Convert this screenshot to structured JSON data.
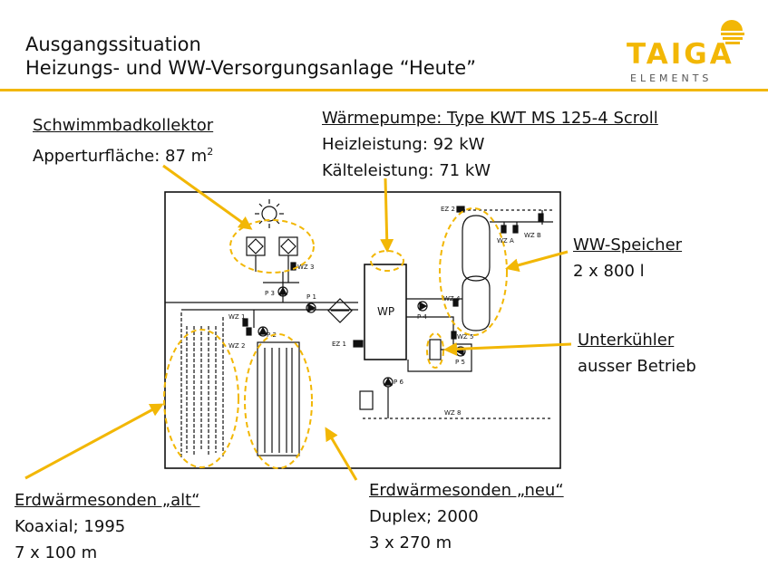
{
  "header": {
    "line1": "Ausgangssituation",
    "line2": "Heizungs- und WW-Versorgungsanlage “Heute”",
    "accent_color": "#f2b705"
  },
  "logo": {
    "name": "TAIGA",
    "sub": "ELEMENTS"
  },
  "callouts": {
    "pool": {
      "title": "Schwimmbadkollektor",
      "line1_prefix": "Apperturfläche: 87 m",
      "line1_sup": "2"
    },
    "heatpump": {
      "title": "Wärmepumpe: Type KWT MS 125-4 Scroll",
      "line1": "Heizleistung: 92 kW",
      "line2": "Kälteleistung: 71 kW"
    },
    "storage": {
      "title": "WW-Speicher",
      "line1": "2 x 800 l"
    },
    "subcooler": {
      "title": "Unterkühler",
      "line1": "ausser Betrieb"
    },
    "probes_old": {
      "title": "Erdwärmesonden „alt“",
      "line1": "Koaxial; 1995",
      "line2": "7 x 100 m"
    },
    "probes_new": {
      "title": "Erdwärmesonden „neu“",
      "line1": "Duplex; 2000",
      "line2": "3 x 270 m"
    }
  },
  "schematic": {
    "wp": "WP",
    "p1": "P 1",
    "p2": "P 2",
    "p3": "P 3",
    "p4": "P 4",
    "p5": "P 5",
    "p6": "P 6",
    "wz1": "WZ 1",
    "wz2": "WZ 2",
    "wz3": "WZ 3",
    "wz4": "WZ 4",
    "wz5": "WZ 5",
    "wz8": "WZ 8",
    "wza": "WZ A",
    "wzb": "WZ B",
    "ez1": "EZ 1",
    "ez2": "EZ 2"
  }
}
